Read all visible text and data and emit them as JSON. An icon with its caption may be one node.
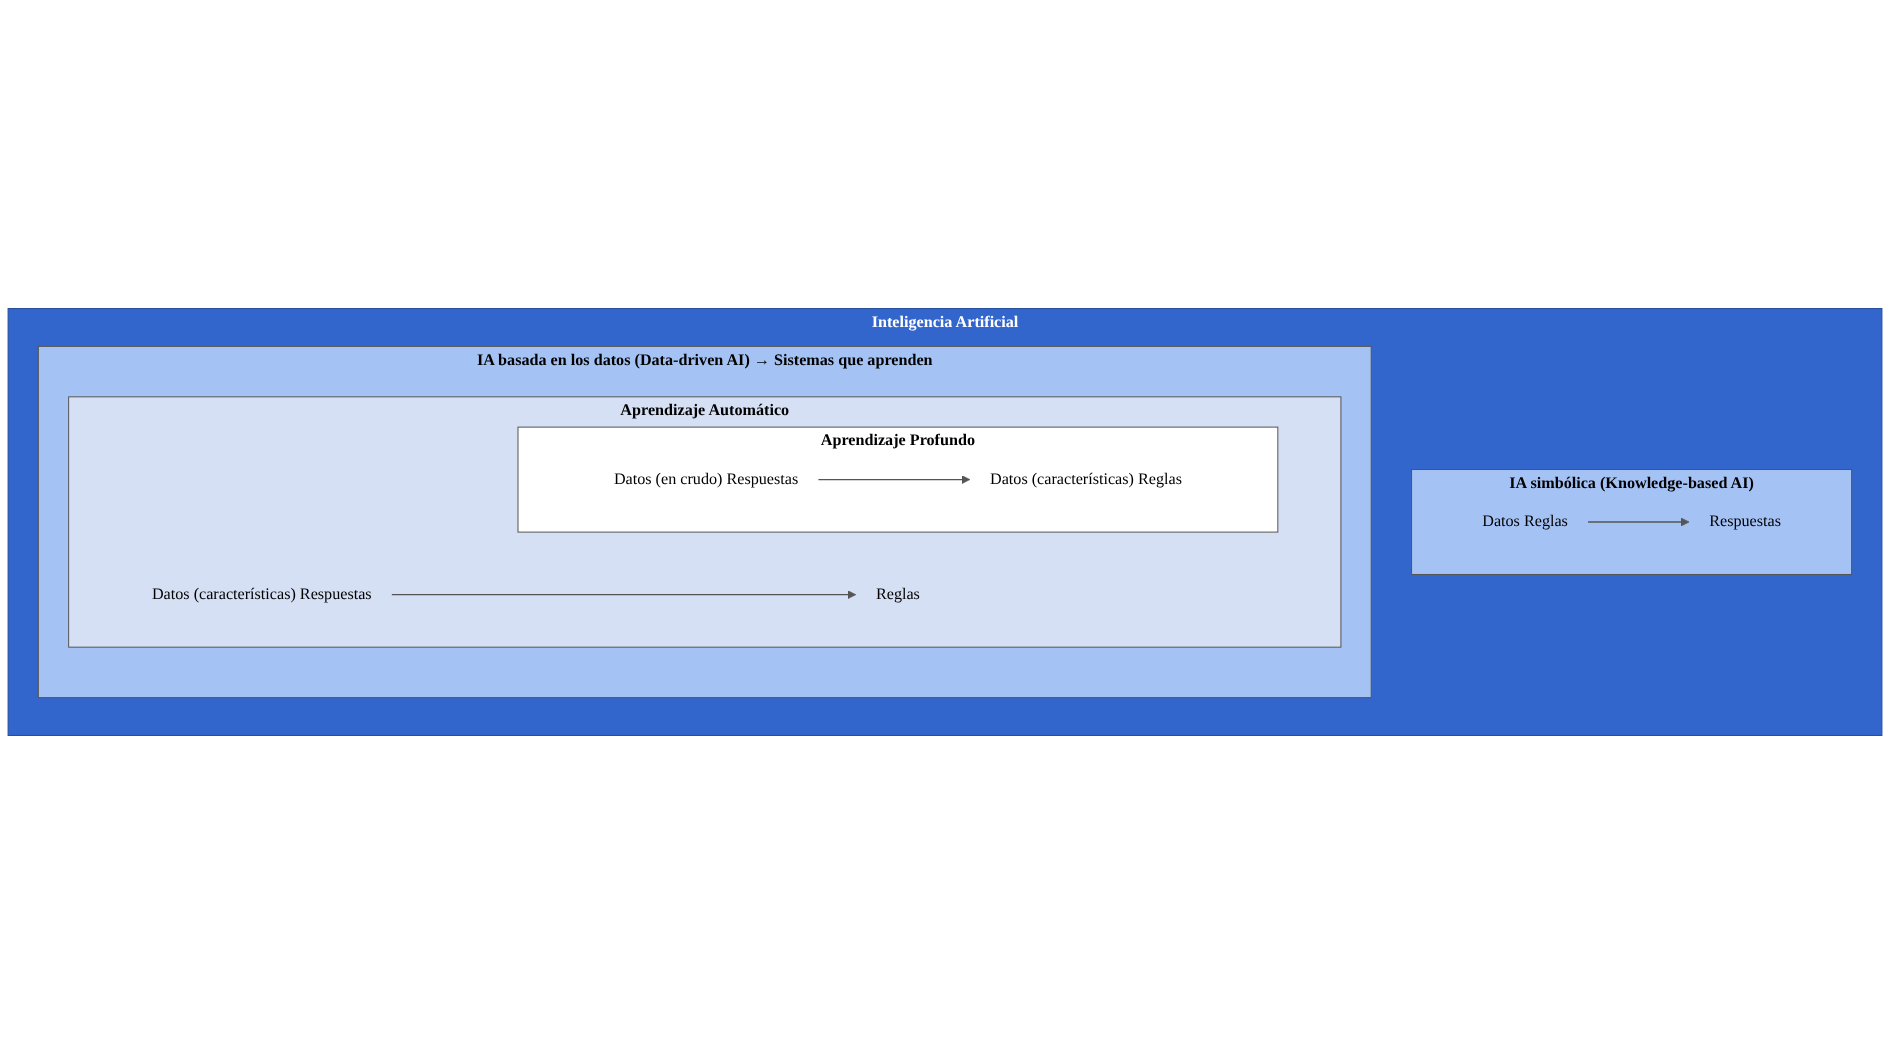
{
  "diagram": {
    "nodes": [
      {
        "text": [
          "Inteligencia Artificial"
        ]
      },
      {
        "text": [
          "IA simbólica (Knowledge-based AI)"
        ],
        "in": 0
      },
      {
        "text": [
          "Datos Reglas"
        ],
        "in": 1
      },
      {
        "text": [
          "Respuestas"
        ],
        "in": 1
      },
      {
        "text": [
          "IA basada en los datos (Data-driven AI) → Sistemas que aprenden"
        ],
        "in": 0
      },
      {
        "text": [
          "Aprendizaje Automático"
        ],
        "in": 4
      },
      {
        "text": [
          "Datos (características) Respuestas"
        ],
        "in": 5
      },
      {
        "text": [
          "Reglas"
        ],
        "in": 5
      },
      {
        "text": [
          "Aprendizaje Profundo"
        ],
        "in": 5
      },
      {
        "text": [
          "Datos (en crudo) Respuestas"
        ],
        "in": 8
      },
      {
        "text": [
          "Datos (características) Reglas"
        ],
        "in": 8
      }
    ],
    "edges": [
      {
        "from": 2,
        "to": 3,
        "arrow": "to"
      },
      {
        "from": 6,
        "to": 7,
        "arrow": "to"
      },
      {
        "from": 9,
        "to": 10,
        "arrow": "to"
      }
    ]
  }
}
